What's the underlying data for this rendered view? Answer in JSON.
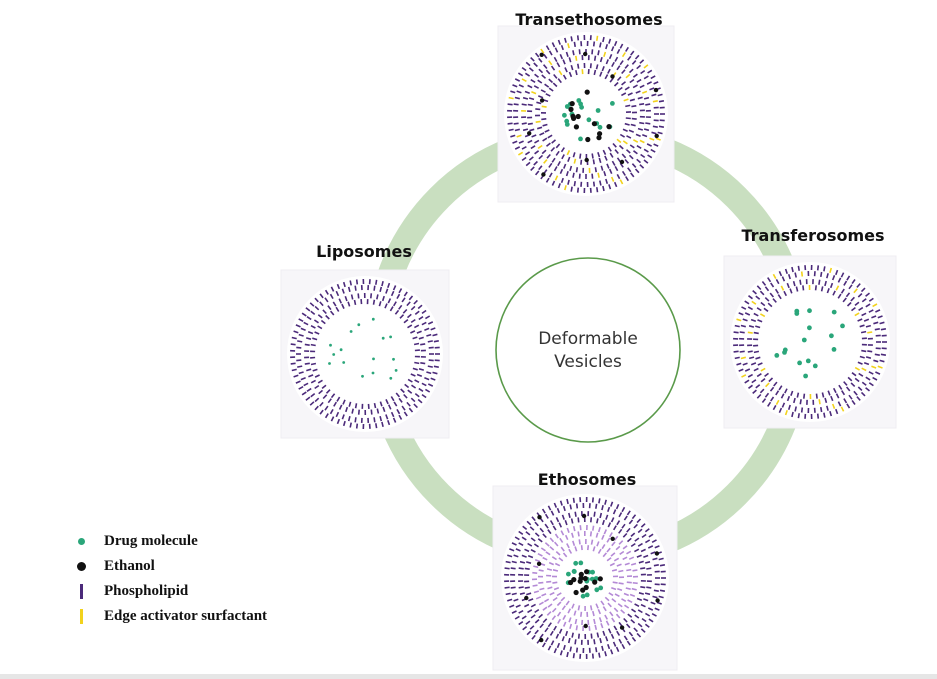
{
  "title": "",
  "center": {
    "line1": "Deformable",
    "line2": "Vesicles"
  },
  "vesicles": [
    {
      "id": "transethosomes",
      "label": "Transethosomes",
      "layers": 3,
      "edge_activator": true,
      "ethanol": true,
      "drug": true
    },
    {
      "id": "transferosomes",
      "label": "Transferosomes",
      "layers": 2,
      "edge_activator": true,
      "ethanol": false,
      "drug": true
    },
    {
      "id": "ethosomes",
      "label": "Ethosomes",
      "layers": 4,
      "edge_activator": false,
      "ethanol": true,
      "drug": true
    },
    {
      "id": "liposomes",
      "label": "Liposomes",
      "layers": 2,
      "edge_activator": false,
      "ethanol": false,
      "drug": true
    }
  ],
  "legend": [
    {
      "symbol": "drug",
      "label": "Drug molecule"
    },
    {
      "symbol": "ethanol",
      "label": "Ethanol"
    },
    {
      "symbol": "phospholipid",
      "label": "Phospholipid"
    },
    {
      "symbol": "edge",
      "label": "Edge activator surfactant"
    }
  ],
  "colors": {
    "ring": "#c9dfc0",
    "center_circle": "#5a9a4a",
    "phospholipid": "#4b2a7a",
    "phospholipid_light": "#b48ad6",
    "edge_activator": "#f2d21c",
    "drug": "#2aa67a",
    "ethanol": "#111111"
  }
}
